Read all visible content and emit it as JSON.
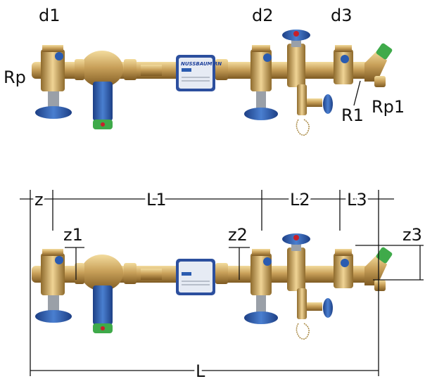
{
  "top_labels": {
    "d1": "d1",
    "d2": "d2",
    "d3": "d3",
    "rp": "Rp",
    "r1": "R1",
    "rp1": "Rp1"
  },
  "dimensions": {
    "z": "z",
    "l1": "L1",
    "l2": "L2",
    "l3": "L3",
    "z1": "z1",
    "z2": "z2",
    "z3": "z3",
    "l": "L"
  },
  "product_label": {
    "brand": "NUSSBAUM RN"
  },
  "colors": {
    "brass": "#c9a15a",
    "brass_dark": "#8e6a2c",
    "blue": "#2a5bb0",
    "green": "#3faa4a",
    "red": "#c8202a"
  }
}
